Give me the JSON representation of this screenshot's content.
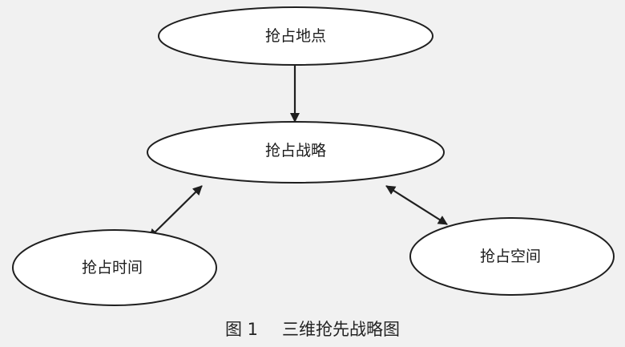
{
  "nodes": [
    {
      "id": "capture-location",
      "label": "抢占地点"
    },
    {
      "id": "capture-strategy",
      "label": "抢占战略"
    },
    {
      "id": "capture-time",
      "label": "抢占时间"
    },
    {
      "id": "capture-space",
      "label": "抢占空间"
    }
  ],
  "edges": [
    {
      "from": "capture-location",
      "to": "capture-strategy",
      "direction": "forward"
    },
    {
      "from": "capture-strategy",
      "to": "capture-time",
      "direction": "both"
    },
    {
      "from": "capture-strategy",
      "to": "capture-space",
      "direction": "both"
    }
  ],
  "caption": {
    "number": "图 1",
    "title": "三维抢先战略图"
  },
  "colors": {
    "background": "#f1f1f1",
    "node_fill": "#ffffff",
    "stroke": "#1f1f1f",
    "text": "#1c1c1c"
  }
}
